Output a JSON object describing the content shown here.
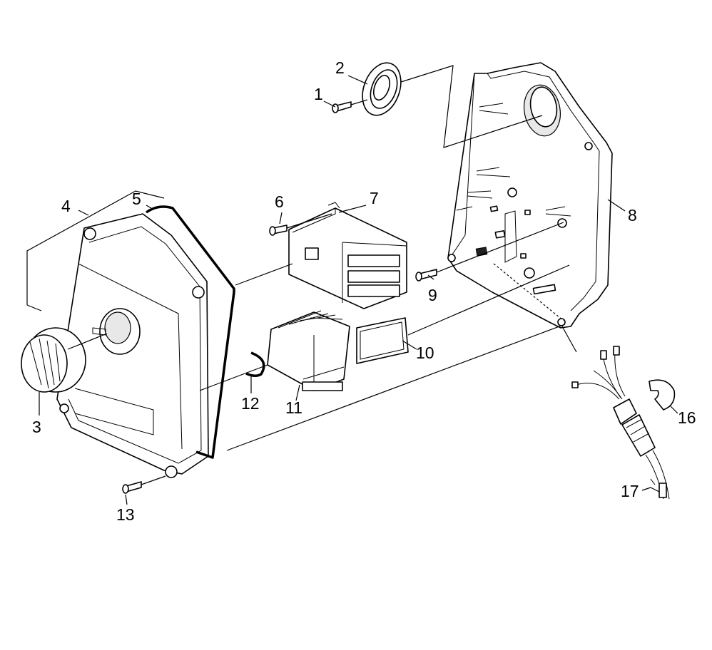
{
  "labels": [
    {
      "id": "1",
      "text": "1"
    },
    {
      "id": "2",
      "text": "2"
    },
    {
      "id": "3",
      "text": "3"
    },
    {
      "id": "4",
      "text": "4"
    },
    {
      "id": "5",
      "text": "5"
    },
    {
      "id": "6",
      "text": "6"
    },
    {
      "id": "7",
      "text": "7"
    },
    {
      "id": "8",
      "text": "8"
    },
    {
      "id": "9",
      "text": "9"
    },
    {
      "id": "10",
      "text": "10"
    },
    {
      "id": "11",
      "text": "11"
    },
    {
      "id": "12",
      "text": "12"
    },
    {
      "id": "13",
      "text": "13"
    },
    {
      "id": "16",
      "text": "16"
    },
    {
      "id": "17",
      "text": "17"
    }
  ]
}
